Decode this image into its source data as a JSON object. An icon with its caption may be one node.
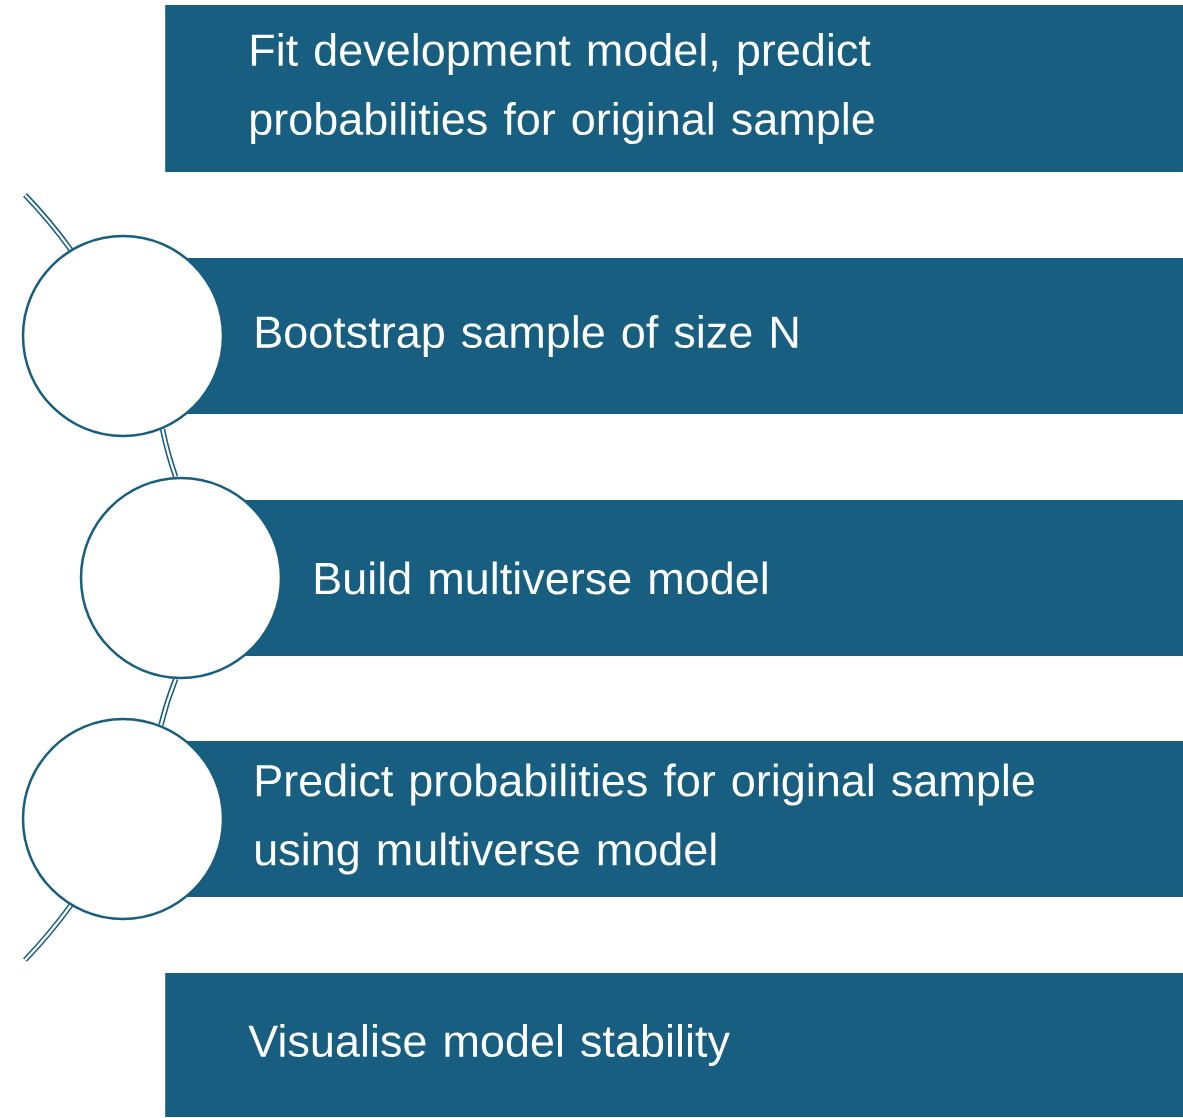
{
  "diagram": {
    "nodes": [
      {
        "text": [
          "Fit development model, predict probabilities for original sample"
        ]
      },
      {
        "text": [
          "Bootstrap sample of size N"
        ]
      },
      {
        "text": [
          "Build multiverse model"
        ]
      },
      {
        "text": [
          "Predict probabilities for original sample using multiverse model"
        ]
      },
      {
        "text": [
          "Visualise model stability"
        ]
      },
      {
        "text": [],
        "shape": "circle"
      },
      {
        "text": [],
        "shape": "circle"
      },
      {
        "text": [],
        "shape": "circle"
      }
    ],
    "edges": [
      {
        "from": 5,
        "to": 6,
        "arrow": "none"
      },
      {
        "from": 6,
        "to": 7,
        "arrow": "none"
      }
    ]
  }
}
